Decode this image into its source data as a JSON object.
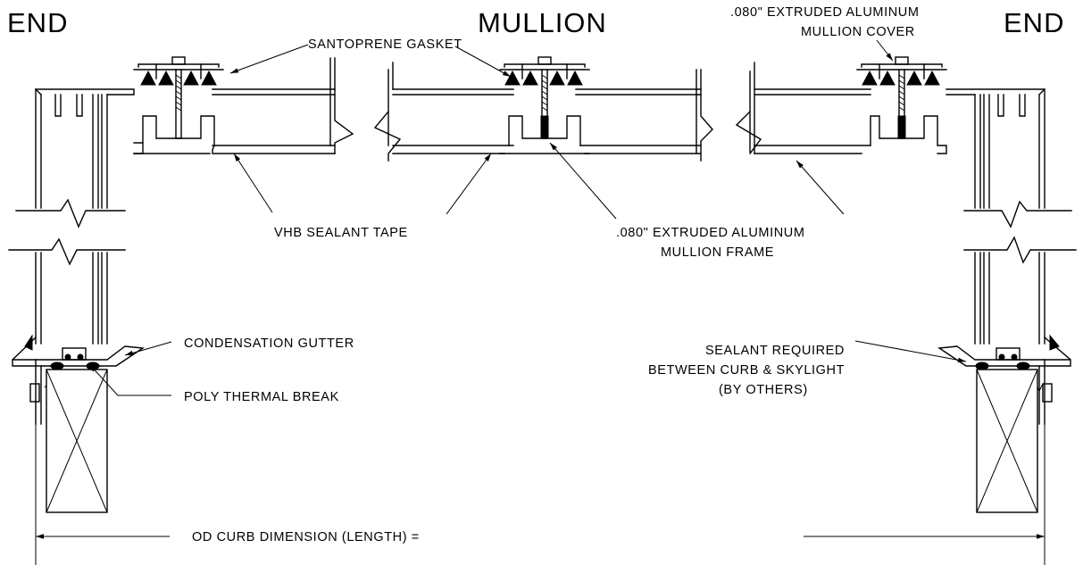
{
  "titles": {
    "left_end": "END",
    "mullion": "MULLION",
    "right_end": "END"
  },
  "labels": {
    "santoprene_gasket": "SANTOPRENE GASKET",
    "mullion_cover_line1": ".080\" EXTRUDED ALUMINUM",
    "mullion_cover_line2": "MULLION COVER",
    "vhb_tape": "VHB SEALANT TAPE",
    "mullion_frame_line1": ".080\" EXTRUDED ALUMINUM",
    "mullion_frame_line2": "MULLION FRAME",
    "condensation_gutter": "CONDENSATION GUTTER",
    "poly_thermal_break": "POLY THERMAL BREAK",
    "sealant_line1": "SEALANT REQUIRED",
    "sealant_line2": "BETWEEN CURB & SKYLIGHT",
    "sealant_line3": "(BY OTHERS)",
    "od_curb_dimension": "OD CURB DIMENSION (LENGTH) ="
  }
}
